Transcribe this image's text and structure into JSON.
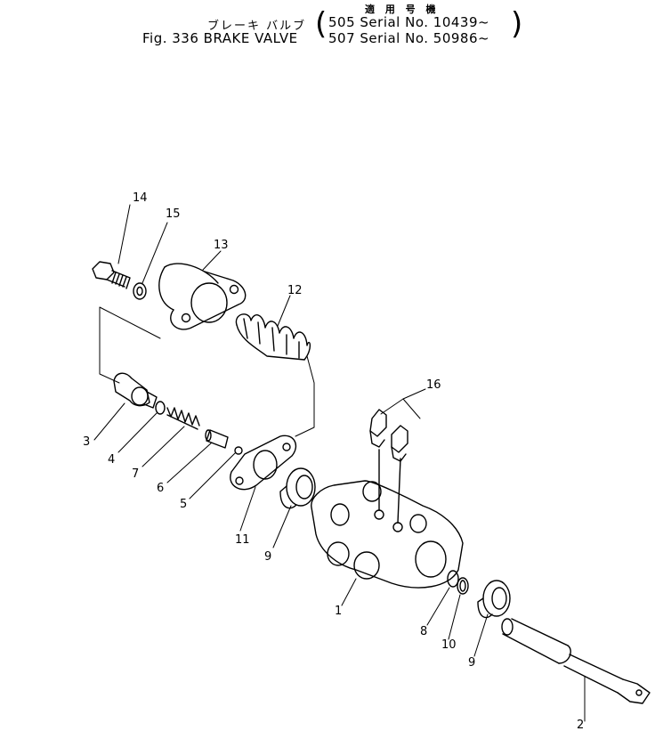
{
  "header": {
    "applicability": "適 用 号 機",
    "title_jp": "ブレーキ バルブ",
    "title_en": "Fig. 336 BRAKE VALVE",
    "serial_1": "505 Serial No. 10439~",
    "serial_2": "507 Serial No. 50986~"
  },
  "callouts": {
    "p1": "1",
    "p2": "2",
    "p3": "3",
    "p4": "4",
    "p5": "5",
    "p6": "6",
    "p7": "7",
    "p8": "8",
    "p9a": "9",
    "p9b": "9",
    "p10": "10",
    "p11": "11",
    "p12": "12",
    "p13": "13",
    "p14": "14",
    "p15": "15",
    "p16": "16"
  }
}
